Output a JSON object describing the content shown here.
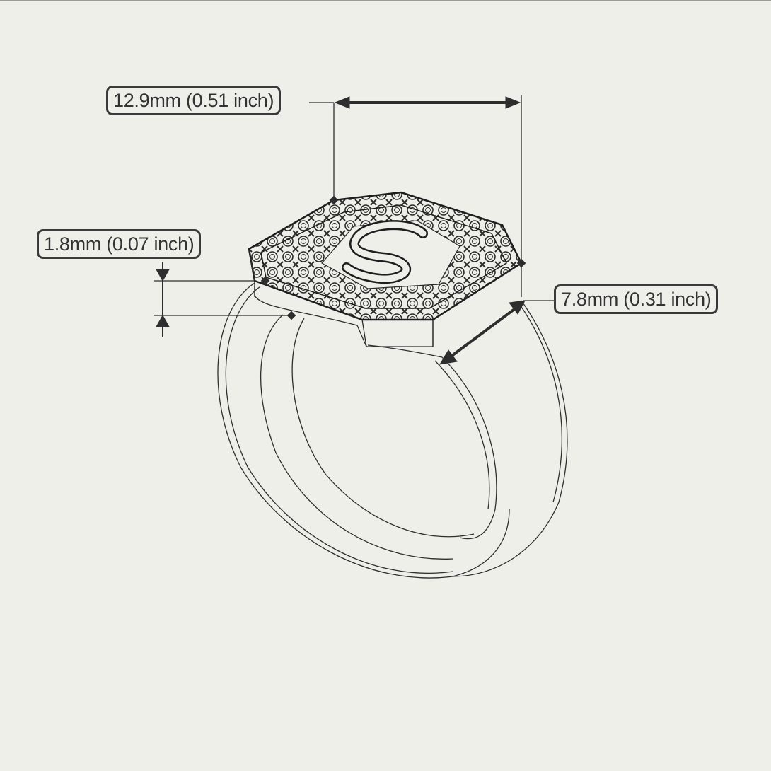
{
  "diagram": {
    "subject": "Octagonal signet ring with pavé stone border and raised letter S",
    "center_letter": "S",
    "colors": {
      "background": "#efefea",
      "line": "#2e2e2e",
      "label_border": "#3a3a3a",
      "label_text": "#333333"
    }
  },
  "dimensions": {
    "top_width": {
      "label": "12.9mm (0.51 inch)",
      "mm": 12.9,
      "inch": 0.51,
      "description": "face width"
    },
    "height": {
      "label": "1.8mm (0.07 inch)",
      "mm": 1.8,
      "inch": 0.07,
      "description": "setting height"
    },
    "depth": {
      "label": "7.8mm (0.31 inch)",
      "mm": 7.8,
      "inch": 0.31,
      "description": "face length"
    }
  }
}
